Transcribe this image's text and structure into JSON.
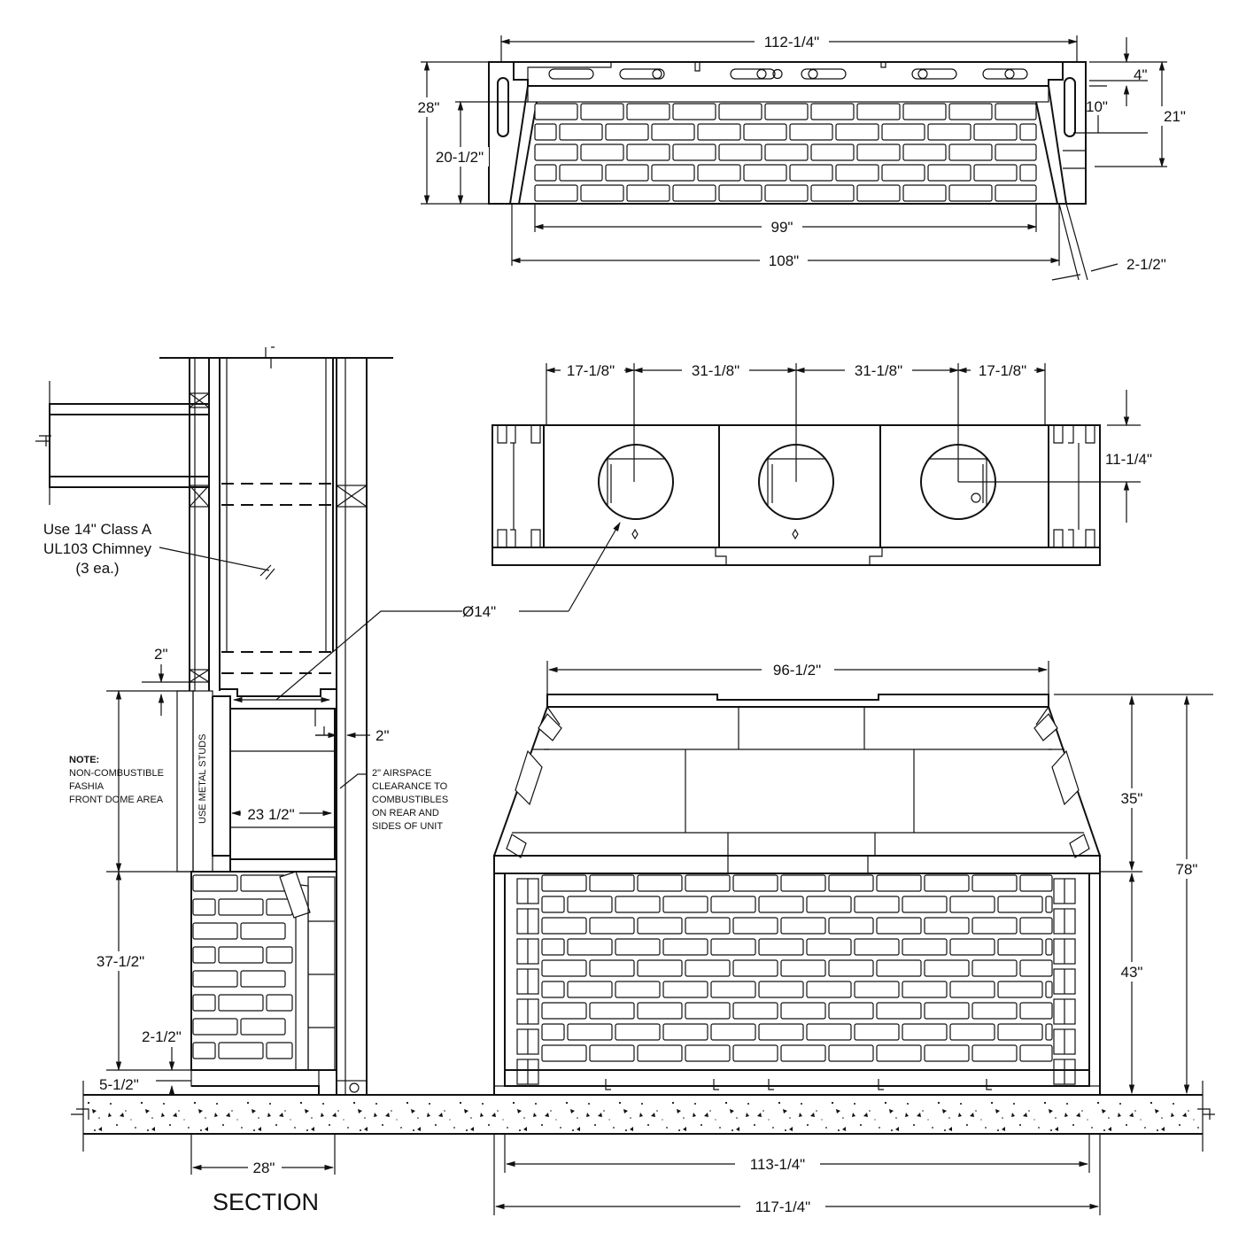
{
  "top_view": {
    "overall_width": "112-1/4\"",
    "depth": "28\"",
    "inner_depth": "20-1/2\"",
    "brick_width": "99\"",
    "base_width": "108\"",
    "offset": "2-1/2\"",
    "right_4": "4\"",
    "right_10": "10\"",
    "right_21": "21\""
  },
  "plan_view": {
    "spacing_a": "17-1/8\"",
    "spacing_b": "31-1/8\"",
    "spacing_c": "31-1/8\"",
    "spacing_d": "17-1/8\"",
    "depth": "11-1/4\"",
    "diameter": "Ø14\""
  },
  "section": {
    "chimney_note_line1": "Use 14\" Class A",
    "chimney_note_line2": "UL103 Chimney",
    "chimney_note_line3": "(3 ea.)",
    "dim_2_top": "2\"",
    "dim_2_right": "2\"",
    "inner_width": "23 1/2\"",
    "studs_label": "USE METAL STUDS",
    "note_title": "NOTE:",
    "note_line1": "NON-COMBUSTIBLE",
    "note_line2": "FASHIA",
    "note_line3": "FRONT DOME AREA",
    "airspace_line1": "2\" AIRSPACE",
    "airspace_line2": "CLEARANCE TO",
    "airspace_line3": "COMBUSTIBLES",
    "airspace_line4": "ON REAR AND",
    "airspace_line5": "SIDES OF UNIT",
    "dim_37": "37-1/2\"",
    "dim_2_half": "2-1/2\"",
    "dim_5_half": "5-1/2\"",
    "depth": "28\"",
    "title": "SECTION"
  },
  "front_view": {
    "top_width": "96-1/2\"",
    "dome_height": "35\"",
    "overall_height": "78\"",
    "firebox_height": "43\"",
    "hearth_width": "113-1/4\"",
    "base_width": "117-1/4\""
  }
}
